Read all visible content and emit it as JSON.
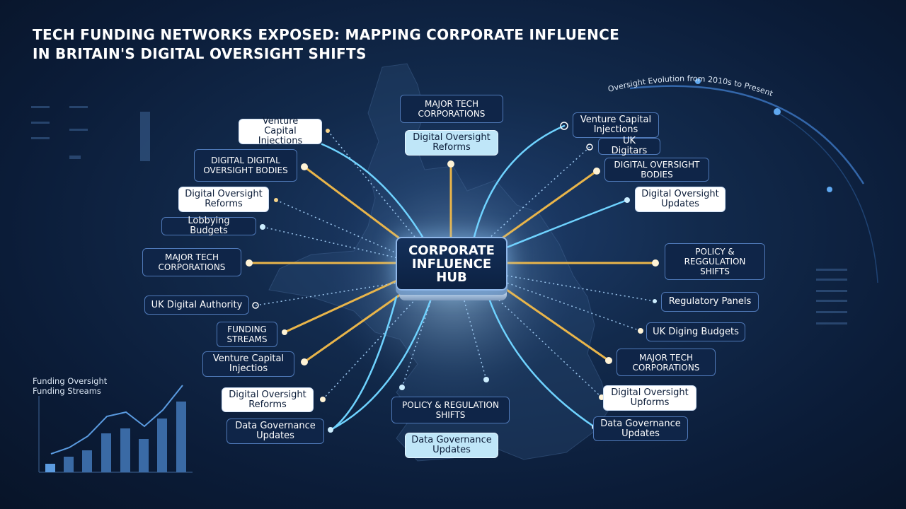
{
  "title": {
    "line1": "TECH FUNDING NETWORKS EXPOSED: MAPPING CORPORATE INFLUENCE",
    "line2": "IN BRITAIN'S DIGITAL OVERSIGHT SHIFTS"
  },
  "hub": {
    "line1": "CORPORATE",
    "line2": "INFLUENCE",
    "line3": "HUB"
  },
  "timeline": {
    "label": "Oversight Evolution from 2010s to Present"
  },
  "mini_chart": {
    "label1": "Funding Oversight",
    "label2": "Funding Streams"
  },
  "nodes": {
    "left_venture_capital": "Venture Capital Injections",
    "left_digital_bodies": "DIGITAL DIGITAL OVERSIGHT BODIES",
    "left_oversight_reforms": "Digital Oversight Reforms",
    "left_lobbying_budgets": "Lobbying Budgets",
    "left_major_tech": "MAJOR TECH CORPORATIONS",
    "left_uk_digital_authority": "UK Digital Authority",
    "left_funding_streams": "FUNDING STREAMS",
    "left_venture_capital_2": "Venture Capital Injectios",
    "left_oversight_reforms_2": "Digital Oversight Reforms",
    "left_data_governance": "Data Governance Updates",
    "top_major_tech": "MAJOR TECH CORPORATIONS",
    "top_oversight_reforms": "Digital Oversight Reforms",
    "bottom_policy_shifts": "POLICY & REGULATION SHIFTS",
    "bottom_data_governance": "Data Governance Updates",
    "right_venture_capital": "Venture Capital Injections",
    "right_uk_digitars": "UK Digitars",
    "right_oversight_bodies": "DIGITAL OVERSIGHT BODIES",
    "right_oversight_updates": "Digital Oversight Updates",
    "right_policy_shifts": "POLICY & REGGULATION SHIFTS",
    "right_regulatory_panels": "Regulatory Panels",
    "right_uk_diging_budgets": "UK Diging Budgets",
    "right_major_tech": "MAJOR TECH CORPORATIONS",
    "right_oversight_upforms": "Digital Oversight Upforms",
    "right_data_governance": "Data Governance Updates"
  },
  "colors": {
    "gold": "#e9b54a",
    "cyan": "#6fd3ff",
    "navy": "#0b1c38"
  }
}
